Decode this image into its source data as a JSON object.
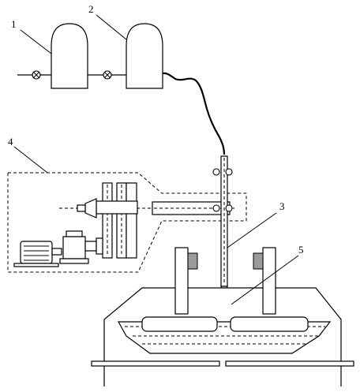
{
  "labels": {
    "l1": "1",
    "l2": "2",
    "l3": "3",
    "l4": "4",
    "l5": "5"
  },
  "colors": {
    "line": "#000000",
    "fill_gray": "#9a9a9a",
    "background": "#ffffff"
  }
}
